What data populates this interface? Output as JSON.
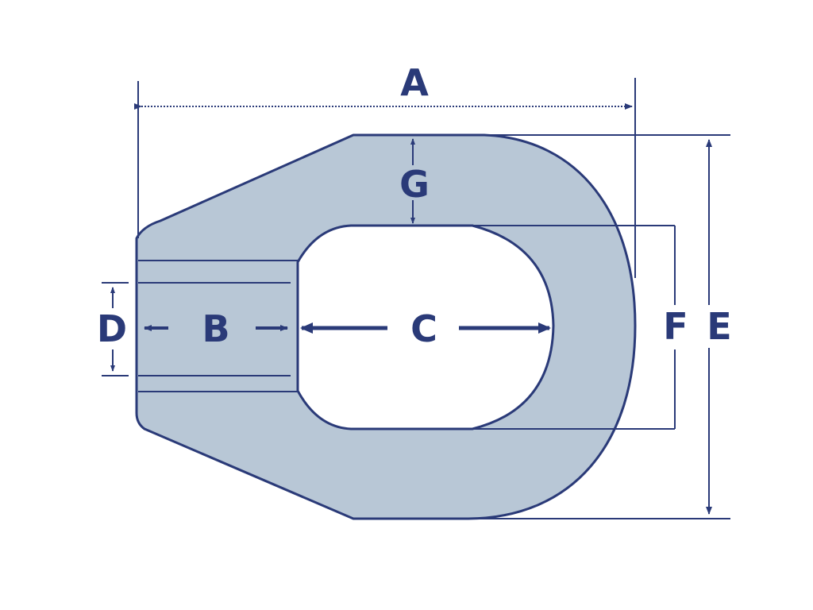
{
  "colors": {
    "line": "#2a3a78",
    "fill": "#b8c7d6",
    "hole": "#ffffff",
    "background": "#ffffff"
  },
  "labels": {
    "A": "A",
    "B": "B",
    "C": "C",
    "D": "D",
    "E": "E",
    "F": "F",
    "G": "G"
  }
}
